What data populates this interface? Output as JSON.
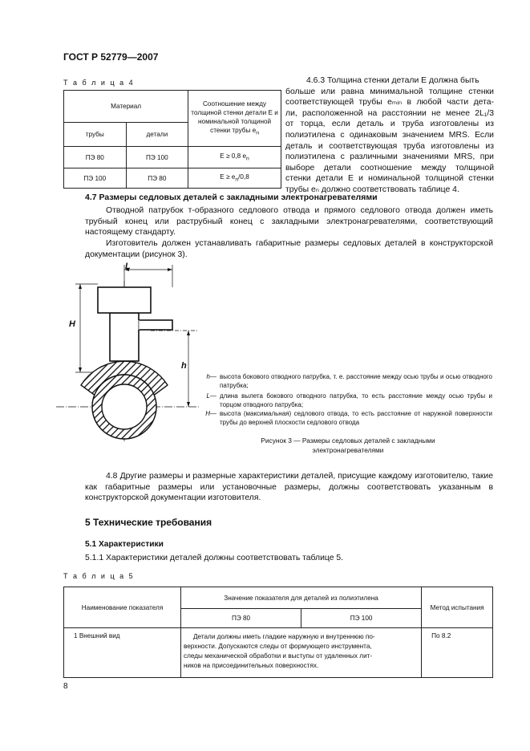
{
  "header": {
    "title": "ГОСТ Р 52779—2007"
  },
  "table4": {
    "caption": "Т а б л и ц а  4",
    "head_material": "Материал",
    "head_ratio": "Соотношение между толщиной стенки детали E и номинальной толщиной стенки трубы e",
    "head_ratio_sub": "n",
    "col_pipe": "трубы",
    "col_part": "детали",
    "rows": [
      {
        "pipe": "ПЭ 80",
        "part": "ПЭ 100",
        "ratio": "E ≥ 0,8 e",
        "ratio_sub": "n",
        "ratio_tail": ""
      },
      {
        "pipe": "ПЭ 100",
        "part": "ПЭ 80",
        "ratio": "E ≥ e",
        "ratio_sub": "n",
        "ratio_tail": "/0,8"
      }
    ]
  },
  "clause_463": {
    "lines": [
      "4.6.3 Толщина стенки детали E должна быть",
      "больше или равна минимальной толщине стенки",
      "соответствующей трубы eₘᵢₙ в любой части дета-",
      "ли, расположенной на расстоянии не менее 2L₁/3",
      "от торца, если деталь и труба изготовлены из",
      "полиэтилена с одинаковым значением MRS. Если",
      "деталь и соответствующая труба изготовлены из",
      "полиэтилена с различными значениями MRS, при",
      "выборе детали соотношение между толщиной",
      "стенки детали E и номинальной толщиной стенки",
      "трубы eₙ должно соответствовать таблице 4."
    ]
  },
  "section_47": {
    "heading": "4.7 Размеры седловых деталей с закладными электронагревателями",
    "p1": "Отводной патрубок т-образного седлового отвода и прямого седлового отвода должен иметь трубный конец или раструбный конец с закладными электронагревателями, соответствующий настоящему стандарту.",
    "p2": "Изготовитель должен устанавливать габаритные размеры седловых деталей в конструкторской документации (рисунок 3)."
  },
  "figure3": {
    "label_L": "L",
    "label_H": "H",
    "label_h": "h",
    "legend": [
      {
        "key": "h",
        "text": "высота бокового отводного патрубка, т. е. расстояние между осью трубы и осью отводного патрубка;"
      },
      {
        "key": "L",
        "text": "длина вылета бокового отводного патрубка, то есть расстояние между осью трубы и торцом отводного патрубка;"
      },
      {
        "key": "H",
        "text": "высота (максимальная) седлового отвода, то есть расстояние от наружной поверхности трубы до верхней плоскости седлового отвода"
      }
    ],
    "caption_line1": "Рисунок 3 — Размеры седловых деталей с закладными",
    "caption_line2": "электронагревателями"
  },
  "clause_48": "4.8 Другие размеры и размерные характеристики деталей, присущие каждому изготовителю, такие как габаритные размеры или установочные размеры, должны соответствовать указанным в конструкторской документации изготовителя.",
  "section_5": {
    "heading": "5 Технические требования",
    "sub_51": "5.1 Характеристики",
    "p511": "5.1.1 Характеристики деталей должны соответствовать таблице 5."
  },
  "table5": {
    "caption": "Т а б л и ц а  5",
    "head_name": "Наименование показателя",
    "head_value": "Значение показателя для деталей из полиэтилена",
    "head_method": "Метод испытания",
    "col_pe80": "ПЭ 80",
    "col_pe100": "ПЭ 100",
    "rows": [
      {
        "name": "1 Внешний вид",
        "lines": [
          "Детали должны иметь гладкие наружную и внутреннюю по-",
          "верхности. Допускаются следы от формующего инструмента,",
          "следы механической обработки и выступы от удаленных лит-",
          "ников на присоединительных поверхностях."
        ],
        "method": "По 8.2"
      }
    ]
  },
  "page_number": "8"
}
